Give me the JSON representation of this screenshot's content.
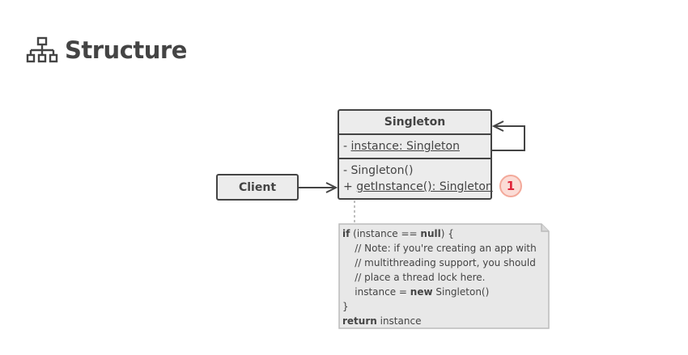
{
  "heading": {
    "icon": "structure-diagram-icon",
    "title": "Structure"
  },
  "client": {
    "label": "Client"
  },
  "singleton": {
    "class_name": "Singleton",
    "field": {
      "prefix": "- ",
      "text": "instance: Singleton"
    },
    "methods": [
      {
        "prefix": "- ",
        "text": "Singleton()",
        "underline": false
      },
      {
        "prefix": "+ ",
        "text": "getInstance(): Singleton",
        "underline": true
      }
    ]
  },
  "badge": {
    "number": "1",
    "color": "#e0233a"
  },
  "note": {
    "lines": [
      [
        {
          "t": "if",
          "b": true
        },
        {
          "t": " (instance == ",
          "b": false
        },
        {
          "t": "null",
          "b": true
        },
        {
          "t": ") {",
          "b": false
        }
      ],
      [
        {
          "t": "    // Note: if you're creating an app with",
          "b": false
        }
      ],
      [
        {
          "t": "    // multithreading support, you should",
          "b": false
        }
      ],
      [
        {
          "t": "    // place a thread lock here.",
          "b": false
        }
      ],
      [
        {
          "t": "    instance = ",
          "b": false
        },
        {
          "t": "new",
          "b": true
        },
        {
          "t": " Singleton()",
          "b": false
        }
      ],
      [
        {
          "t": "}",
          "b": false
        }
      ],
      [
        {
          "t": "return",
          "b": true
        },
        {
          "t": " instance",
          "b": false
        }
      ]
    ]
  },
  "colors": {
    "stroke": "#444444",
    "box_fill": "#ececec",
    "note_fill": "#e8e8e8",
    "note_border": "#bbbbbb",
    "badge_fill": "#fbdcd6",
    "badge_border": "#f3a99a"
  }
}
